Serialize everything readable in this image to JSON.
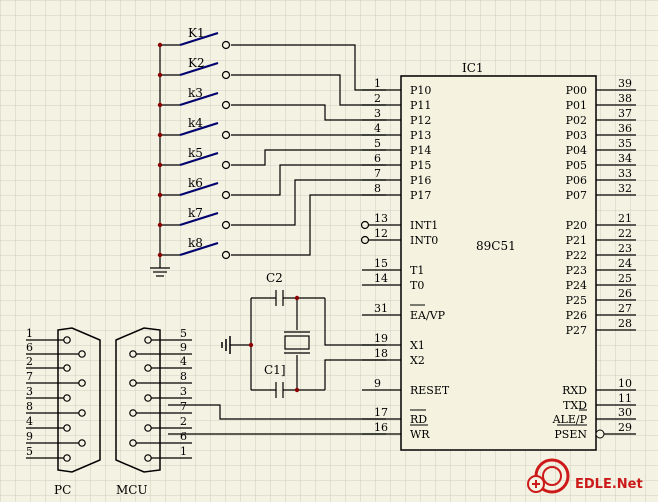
{
  "chip": {
    "ref": "IC1",
    "part": "89C51",
    "left_pins": [
      {
        "num": "1",
        "name": "P10"
      },
      {
        "num": "2",
        "name": "P11"
      },
      {
        "num": "3",
        "name": "P12"
      },
      {
        "num": "4",
        "name": "P13"
      },
      {
        "num": "5",
        "name": "P14"
      },
      {
        "num": "6",
        "name": "P15"
      },
      {
        "num": "7",
        "name": "P16"
      },
      {
        "num": "8",
        "name": "P17"
      },
      {
        "num": "13",
        "name": "INT1"
      },
      {
        "num": "12",
        "name": "INT0"
      },
      {
        "num": "15",
        "name": "T1"
      },
      {
        "num": "14",
        "name": "T0"
      },
      {
        "num": "31",
        "name": "EA/VP"
      },
      {
        "num": "19",
        "name": "X1"
      },
      {
        "num": "18",
        "name": "X2"
      },
      {
        "num": "9",
        "name": "RESET"
      },
      {
        "num": "17",
        "name": "RD"
      },
      {
        "num": "16",
        "name": "WR"
      }
    ],
    "right_pins": [
      {
        "num": "39",
        "name": "P00"
      },
      {
        "num": "38",
        "name": "P01"
      },
      {
        "num": "37",
        "name": "P02"
      },
      {
        "num": "36",
        "name": "P03"
      },
      {
        "num": "35",
        "name": "P04"
      },
      {
        "num": "34",
        "name": "P05"
      },
      {
        "num": "33",
        "name": "P06"
      },
      {
        "num": "32",
        "name": "P07"
      },
      {
        "num": "21",
        "name": "P20"
      },
      {
        "num": "22",
        "name": "P21"
      },
      {
        "num": "23",
        "name": "P22"
      },
      {
        "num": "24",
        "name": "P23"
      },
      {
        "num": "25",
        "name": "P24"
      },
      {
        "num": "26",
        "name": "P25"
      },
      {
        "num": "27",
        "name": "P26"
      },
      {
        "num": "28",
        "name": "P27"
      },
      {
        "num": "10",
        "name": "RXD"
      },
      {
        "num": "11",
        "name": "TXD"
      },
      {
        "num": "30",
        "name": "ALE/P"
      },
      {
        "num": "29",
        "name": "PSEN"
      }
    ]
  },
  "switches": [
    "K1",
    "K2",
    "k3",
    "k4",
    "k5",
    "k6",
    "k7",
    "k8"
  ],
  "capacitors": {
    "top": "C2",
    "bottom": "C1]"
  },
  "connectors": {
    "pc": {
      "label": "PC",
      "pins": [
        "1",
        "6",
        "2",
        "7",
        "3",
        "8",
        "4",
        "9",
        "5"
      ]
    },
    "mcu": {
      "label": "MCU",
      "pins": [
        "5",
        "9",
        "4",
        "8",
        "3",
        "7",
        "2",
        "6",
        "1"
      ]
    }
  },
  "watermark": "EDLE.Net",
  "colors": {
    "background": "#f4f2e2",
    "grid": "#cfcdbf",
    "wire": "#000000",
    "watermark": "#cc1a1a"
  }
}
